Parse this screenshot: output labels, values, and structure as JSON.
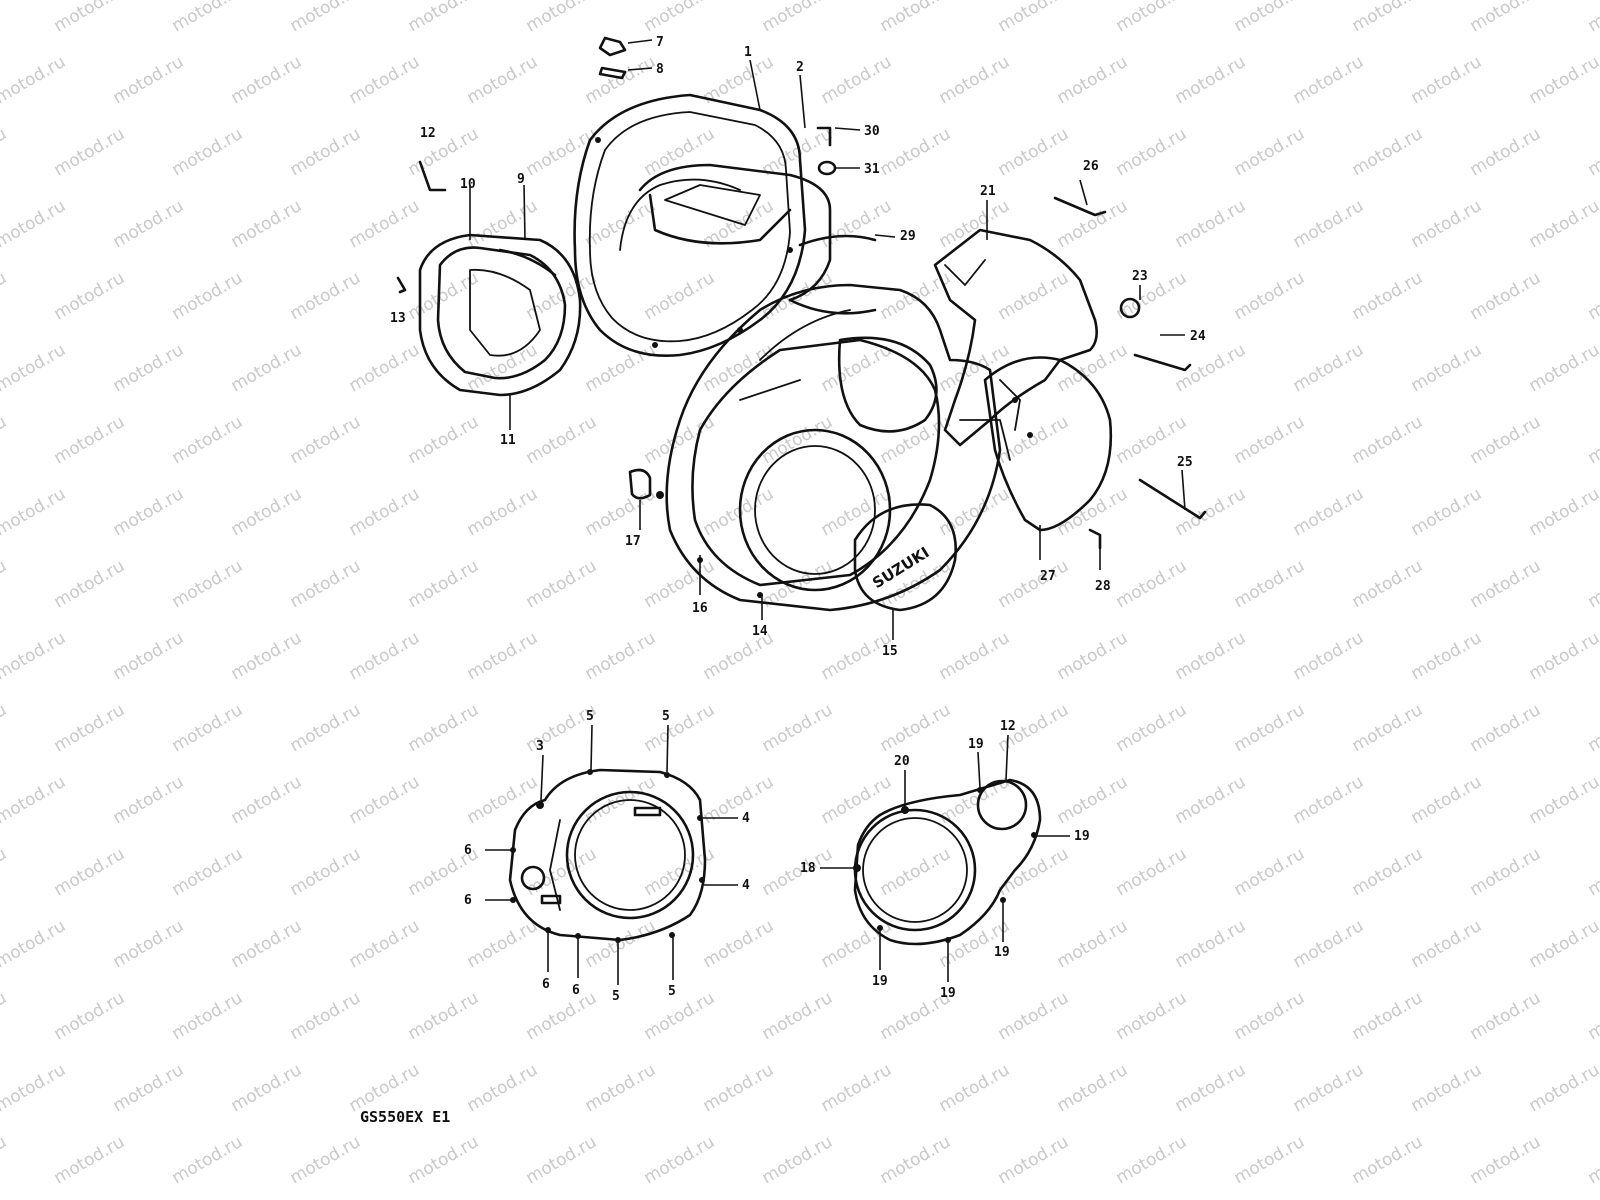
{
  "watermark": "motod.ru",
  "brand_logo": "SUZUKI",
  "model_label": "GS550EX E1",
  "callouts": {
    "c1": "1",
    "c2": "2",
    "c7": "7",
    "c8": "8",
    "c9": "9",
    "c10": "10",
    "c11": "11",
    "c12": "12",
    "c13": "13",
    "c14": "14",
    "c15": "15",
    "c16": "16",
    "c17": "17",
    "c21": "21",
    "c23": "23",
    "c24": "24",
    "c25": "25",
    "c26": "26",
    "c27": "27",
    "c28": "28",
    "c29": "29",
    "c30": "30",
    "c31": "31"
  },
  "lower_left_callouts": {
    "a3": "3",
    "a5a": "5",
    "a5b": "5",
    "a4a": "4",
    "a4b": "4",
    "a6a": "6",
    "a6b": "6",
    "a6c": "6",
    "a6d": "6",
    "a5c": "5",
    "a5d": "5"
  },
  "lower_right_callouts": {
    "b20": "20",
    "b19a": "19",
    "b12": "12",
    "b19b": "19",
    "b18": "18",
    "b19c": "19",
    "b19d": "19",
    "b19e": "19"
  },
  "colors": {
    "ink": "#111111",
    "watermark": "#c9c9c9",
    "background": "#ffffff"
  }
}
